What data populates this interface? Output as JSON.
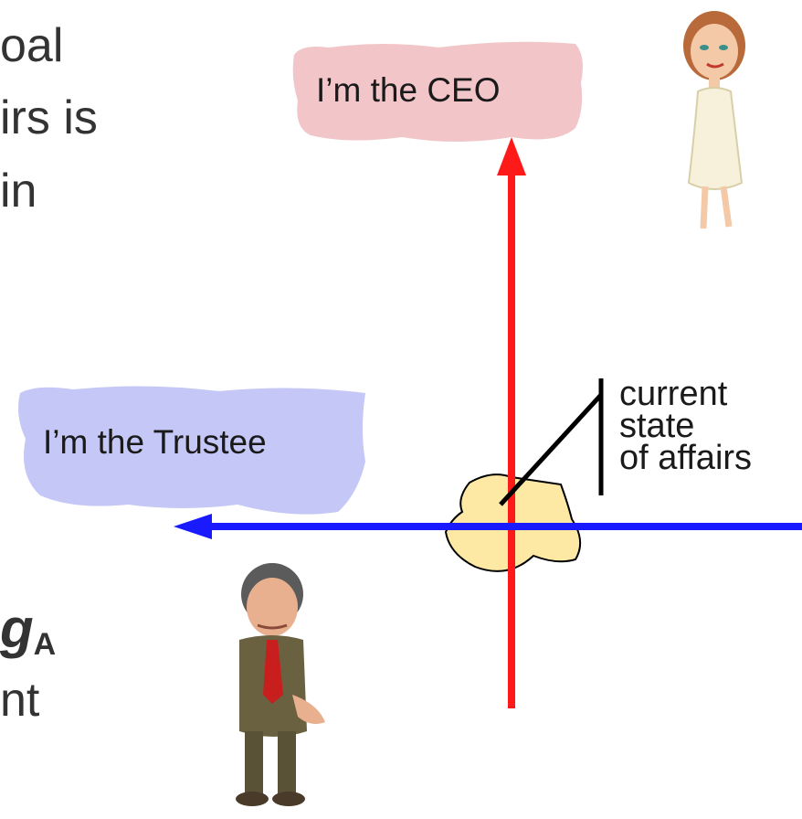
{
  "text_fragments": {
    "line1": "oal",
    "line2": "irs is",
    "line3": "in",
    "variable_symbol": "g",
    "variable_subscript": "A",
    "line5": "nt"
  },
  "ceo_bubble": {
    "label": "I’m the CEO",
    "fill": "#f2c6c9"
  },
  "trustee_bubble": {
    "label": "I’m the Trustee",
    "fill": "#c5c8f6"
  },
  "current_state_callout": {
    "lines": [
      "current",
      "state",
      "of affairs"
    ],
    "blob_fill": "#fde9a4"
  },
  "axes": {
    "vertical_color": "#ff1a1a",
    "horizontal_color": "#1a1aff"
  },
  "characters": [
    "woman-character",
    "man-character"
  ]
}
